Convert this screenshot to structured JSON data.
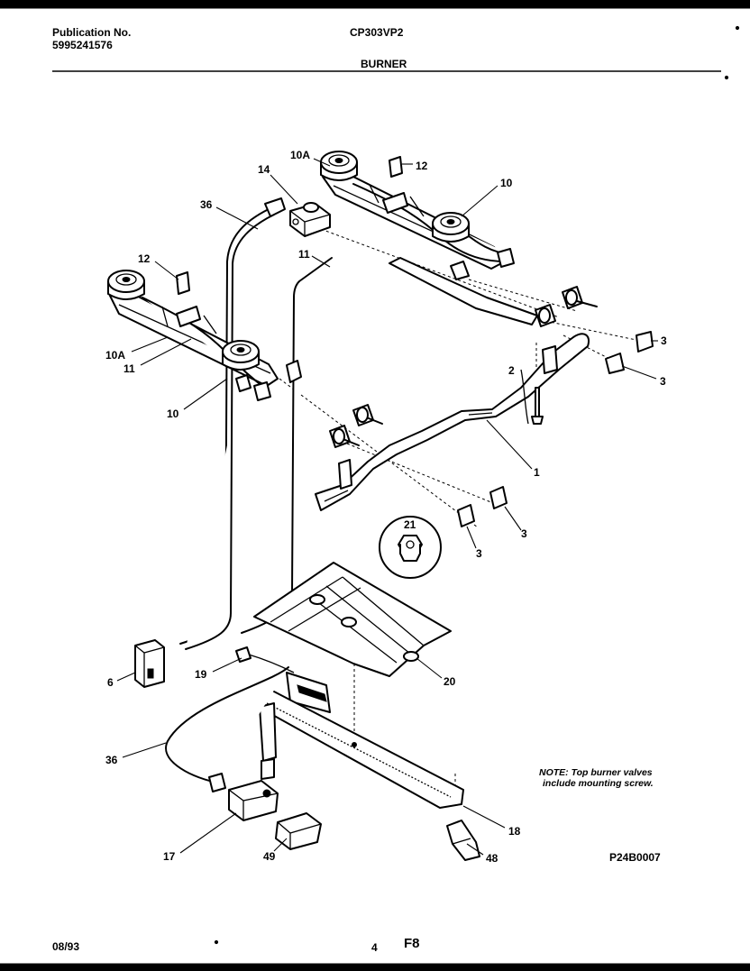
{
  "header": {
    "publication_label": "Publication No.",
    "publication_number": "5995241576",
    "model": "CP303VP2",
    "section": "BURNER"
  },
  "callouts": [
    "10A",
    "12",
    "14",
    "36",
    "10",
    "11",
    "12",
    "10A",
    "11",
    "10",
    "3",
    "3",
    "2",
    "1",
    "3",
    "3",
    "21",
    "20",
    "6",
    "19",
    "36",
    "17",
    "49",
    "18",
    "48"
  ],
  "note": {
    "line1": "NOTE: Top burner valves",
    "line2": "include mounting screw."
  },
  "drawing_id": "P24B0007",
  "footer": {
    "date": "08/93",
    "page": "4",
    "section_code": "F8"
  }
}
